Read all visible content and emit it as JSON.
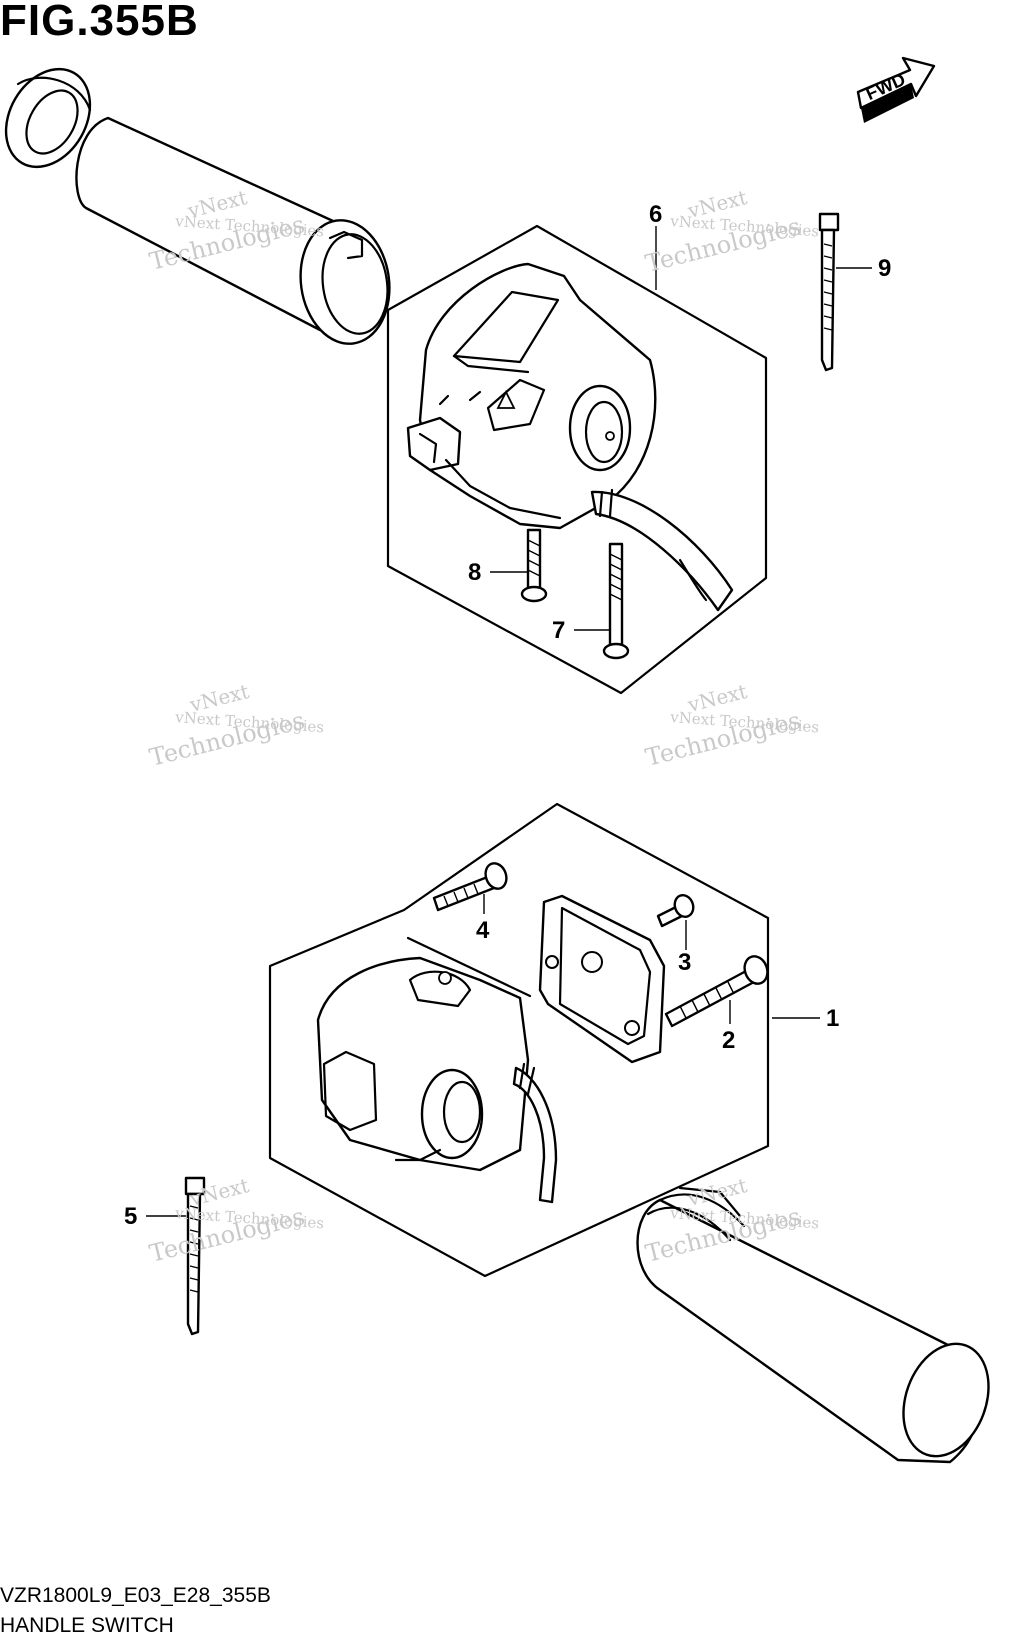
{
  "figure": {
    "title": "FIG.355B",
    "code": "VZR1800L9_E03_E28_355B",
    "name": "HANDLE SWITCH",
    "direction_label": "FWD"
  },
  "watermark": {
    "line1": "vNext Technologies",
    "line2": "vNext",
    "line3": "Technologies"
  },
  "callouts": [
    "1",
    "2",
    "3",
    "4",
    "5",
    "6",
    "7",
    "8",
    "9"
  ],
  "colors": {
    "ink": "#000000",
    "watermark": "#c9c9c9",
    "background": "#ffffff"
  }
}
